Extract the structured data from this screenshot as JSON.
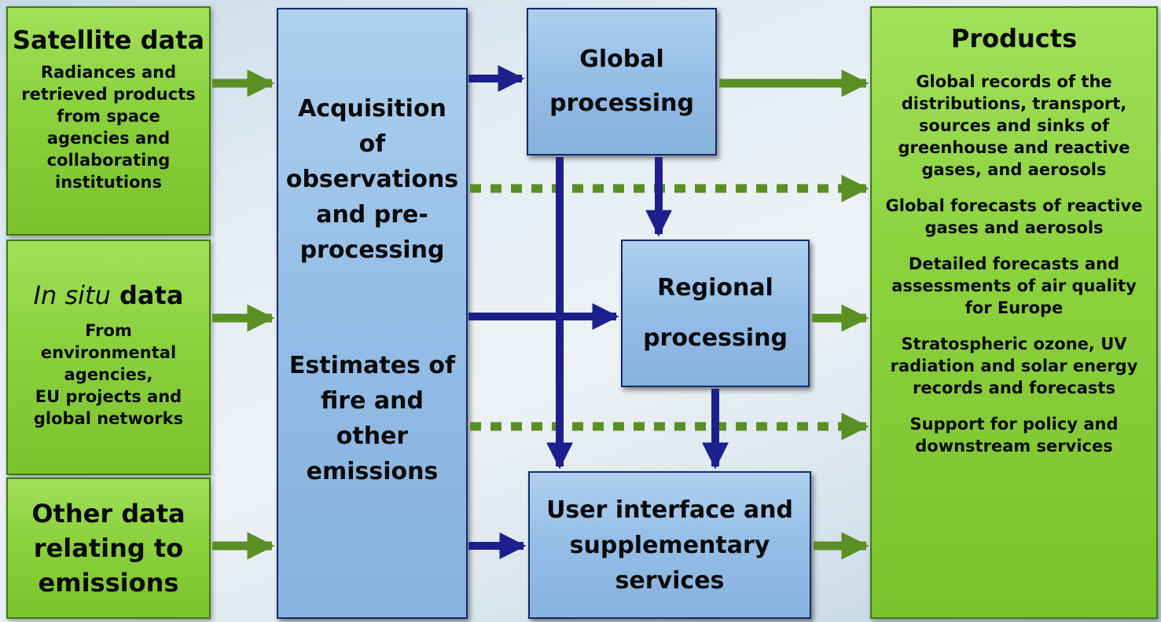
{
  "inputs": {
    "satellite": {
      "title": "Satellite data",
      "lines": [
        "Radiances and",
        "retrieved products",
        "from space",
        "agencies and",
        "collaborating",
        "institutions"
      ]
    },
    "insitu": {
      "title_italic": "In situ",
      "title_rest": " data",
      "lines": [
        "From",
        "environmental",
        "agencies,",
        "EU projects and",
        "global networks"
      ]
    },
    "other": {
      "lines": [
        "Other data",
        "relating to",
        "emissions"
      ]
    }
  },
  "acquisition": {
    "top_lines": [
      "Acquisition",
      "of",
      "observations",
      "and pre-",
      "processing"
    ],
    "bottom_lines": [
      "Estimates of",
      "fire and",
      "other",
      "emissions"
    ]
  },
  "global_processing": {
    "lines": [
      "Global",
      "processing"
    ]
  },
  "regional_processing": {
    "lines": [
      "Regional",
      "processing"
    ]
  },
  "user_interface": {
    "lines": [
      "User interface and",
      "supplementary",
      "services"
    ]
  },
  "products": {
    "title": "Products",
    "groups": [
      [
        "Global records of the",
        "distributions, transport,",
        "sources and sinks of",
        "greenhouse and reactive",
        "gases, and aerosols"
      ],
      [
        "Global forecasts of reactive",
        "gases and aerosols"
      ],
      [
        "Detailed forecasts and",
        "assessments of air quality",
        "for Europe"
      ],
      [
        "Stratospheric ozone, UV",
        "radiation and solar energy",
        "records and forecasts"
      ],
      [
        "Support for policy and",
        "downstream services"
      ]
    ]
  },
  "colors": {
    "green_fill": "#8ad13c",
    "blue_fill": "#94bde6",
    "green_arrow": "#5a8f23",
    "blue_arrow": "#1c1f8c"
  }
}
